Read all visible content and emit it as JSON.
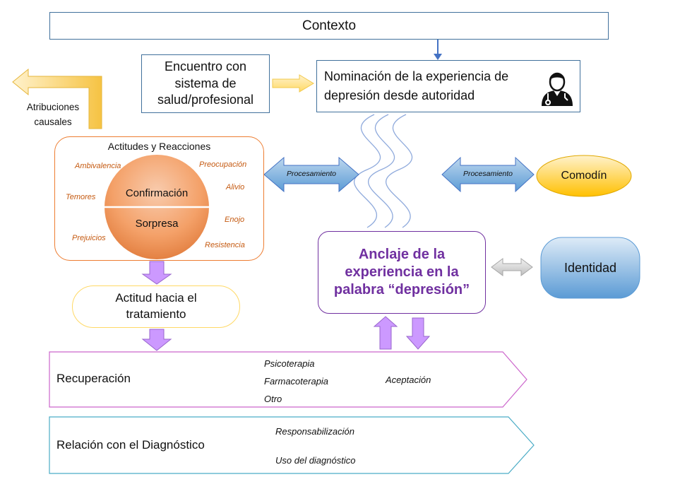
{
  "context": {
    "label": "Contexto"
  },
  "encounter": {
    "label": "Encuentro con sistema de salud/profesional"
  },
  "nomination": {
    "label": "Nominación de la experiencia de depresión desde autoridad",
    "icon": "doctor-icon"
  },
  "attributions": {
    "label": "Atribuciones causales"
  },
  "attitudes": {
    "title": "Actitudes y Reacciones",
    "left_items": [
      "Ambivalencia",
      "Temores",
      "Prejuicios"
    ],
    "right_items": [
      "Preocupación",
      "Alivio",
      "Enojo",
      "Resistencia"
    ],
    "circle_top": "Confirmación",
    "circle_bottom": "Sorpresa"
  },
  "processing_left": {
    "label": "Procesamiento"
  },
  "processing_right": {
    "label": "Procesamiento"
  },
  "wildcard": {
    "label": "Comodín"
  },
  "anchoring": {
    "label": "Anclaje de la experiencia en la palabra “depresión”"
  },
  "identity": {
    "label": "Identidad"
  },
  "treatment_attitude": {
    "label": "Actitud hacia el tratamiento"
  },
  "recovery": {
    "label": "Recuperación",
    "items": [
      "Psicoterapia",
      "Farmacoterapia",
      "Otro"
    ],
    "extra": "Aceptación"
  },
  "diagnosis_relation": {
    "label": "Relación con el Diagnóstico",
    "items": [
      "Responsabilización",
      "Uso del diagnóstico"
    ]
  },
  "colors": {
    "blue_arrow": "#4472c4",
    "orange": "#c55a11",
    "purple": "#7030a0",
    "lavender_arrow": "#cc99ff",
    "yellow": "#ffd966",
    "identity_blue": "#5b9bd5"
  }
}
